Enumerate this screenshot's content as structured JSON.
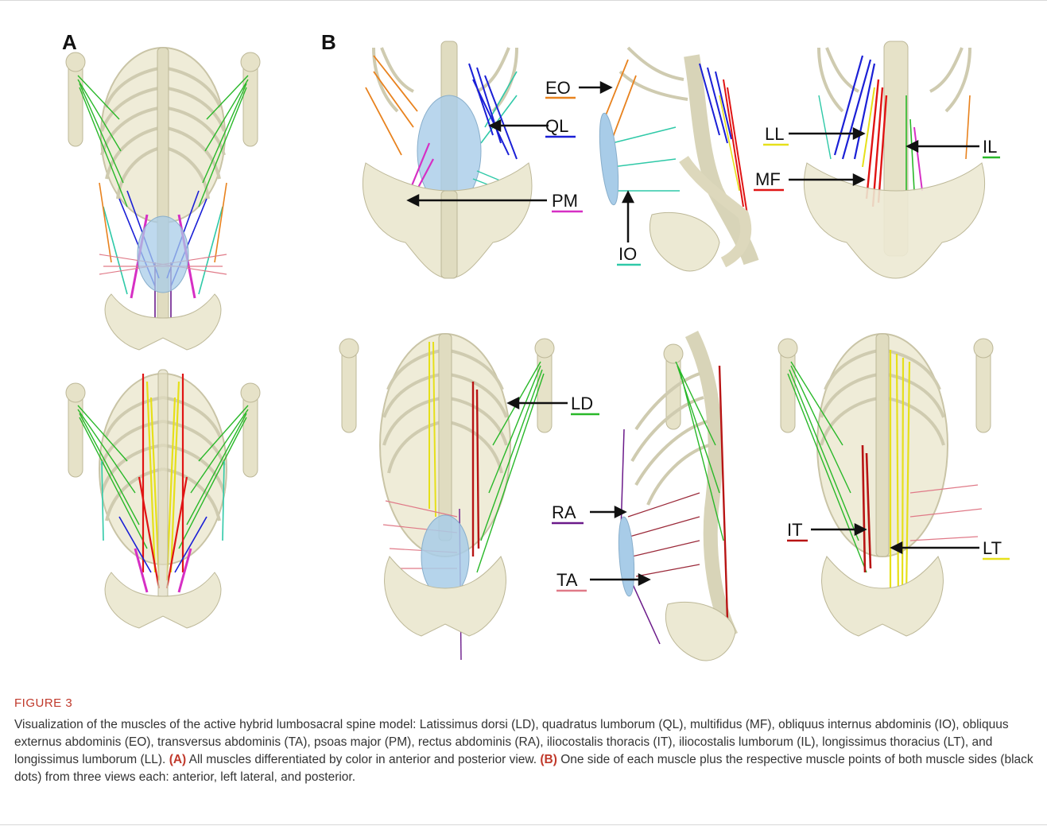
{
  "panels": {
    "a_label": "A",
    "b_label": "B"
  },
  "labels": {
    "eo": "EO",
    "ql": "QL",
    "pm": "PM",
    "io": "IO",
    "ll": "LL",
    "il": "IL",
    "mf": "MF",
    "ld": "LD",
    "ra": "RA",
    "ta": "TA",
    "it": "IT",
    "lt": "LT"
  },
  "muscle_colors": {
    "EO": "#e8821e",
    "QL": "#1a1fd6",
    "PM": "#d62fc4",
    "IO": "#2fc9a8",
    "LL": "#e6e01a",
    "IL": "#29b829",
    "MF": "#e01414",
    "LD": "#29b829",
    "RA": "#6b1a8a",
    "TA": "#e07a88",
    "IT": "#b81414",
    "LT": "#e6e01a"
  },
  "caption": {
    "title": "FIGURE 3",
    "text_1": "Visualization of the muscles of the active hybrid lumbosacral spine model: Latissimus dorsi (LD), quadratus lumborum (QL), multifidus (MF), obliquus internus abdominis (IO), obliquus externus abdominis (EO), transversus abdominis (TA), psoas major (PM), rectus abdominis (RA), iliocostalis thoracis (IT), iliocostalis lumborum (IL), longissimus thoracius (LT), and longissimus lumborum (LL). ",
    "a_ref": "(A)",
    "text_2": " All muscles differentiated by color in anterior and posterior view. ",
    "b_ref": "(B)",
    "text_3": " One side of each muscle plus the respective muscle points of both muscle sides (black dots) from three views each: anterior, left lateral, and posterior."
  }
}
